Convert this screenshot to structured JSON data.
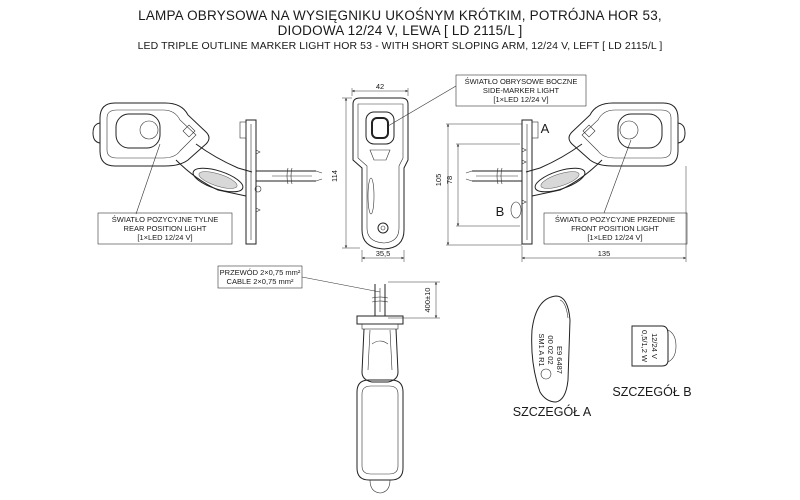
{
  "title": {
    "line1": "LAMPA OBRYSOWA NA WYSIĘGNIKU UKOŚNYM KRÓTKIM, POTRÓJNA HOR 53,",
    "line2": "DIODOWA 12/24 V, LEWA [ LD 2115/L ]",
    "line3": "LED TRIPLE OUTLINE MARKER LIGHT HOR 53 - WITH SHORT SLOPING ARM, 12/24 V, LEFT [ LD 2115/L ]"
  },
  "labels": {
    "side_marker": [
      "ŚWIATŁO OBRYSOWE BOCZNE",
      "SIDE-MARKER LIGHT",
      "[1×LED 12/24 V]"
    ],
    "rear_position": [
      "ŚWIATŁO POZYCYJNE TYLNE",
      "REAR POSITION LIGHT",
      "[1×LED 12/24 V]"
    ],
    "front_position": [
      "ŚWIATŁO POZYCYJNE PRZEDNIE",
      "FRONT POSITION LIGHT",
      "[1×LED 12/24 V]"
    ],
    "cable": [
      "PRZEWÓD 2×0,75 mm²",
      "CABLE 2×0,75 mm²"
    ]
  },
  "dimensions": {
    "width_top": "42",
    "height_total": "114",
    "width_base": "35,5",
    "height_mount": "105",
    "height_inner": "78",
    "length": "135",
    "cable_length": "400±10"
  },
  "markers": {
    "a": "A",
    "b": "B"
  },
  "details": {
    "a_title": "SZCZEGÓŁ A",
    "b_title": "SZCZEGÓŁ B",
    "a_lines": [
      "SM1  A  R1",
      "00  02  02",
      "E9 6487"
    ],
    "b_lines": [
      "12/24 V",
      "0,5/1,2 W"
    ]
  }
}
